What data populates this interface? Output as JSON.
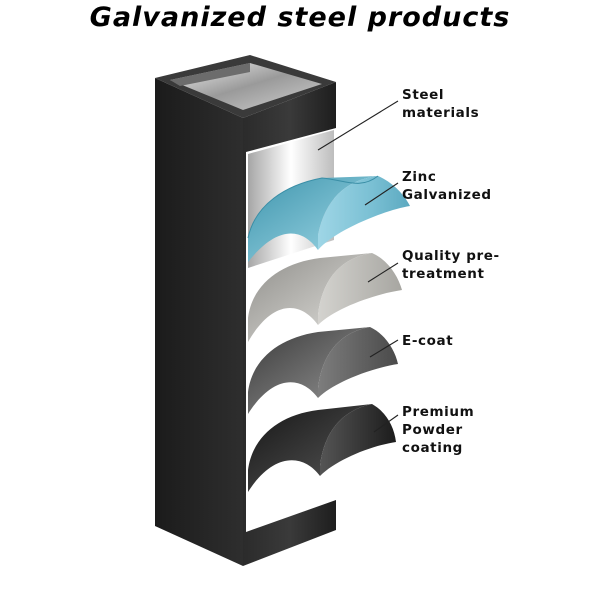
{
  "title": "Galvanized steel products",
  "layers": [
    {
      "line1": "Steel",
      "line2": "materials",
      "line3": "",
      "color": "#d9d9d9"
    },
    {
      "line1": "Zinc",
      "line2": "Galvanized",
      "line3": "",
      "color": "#7fc3d6"
    },
    {
      "line1": "Quality pre-",
      "line2": "treatment",
      "line3": "",
      "color": "#bdbcb8"
    },
    {
      "line1": "E-coat",
      "line2": "",
      "line3": "",
      "color": "#5a5a5a"
    },
    {
      "line1": "Premium",
      "line2": "Powder",
      "line3": "coating",
      "color": "#2a2a2a"
    }
  ]
}
